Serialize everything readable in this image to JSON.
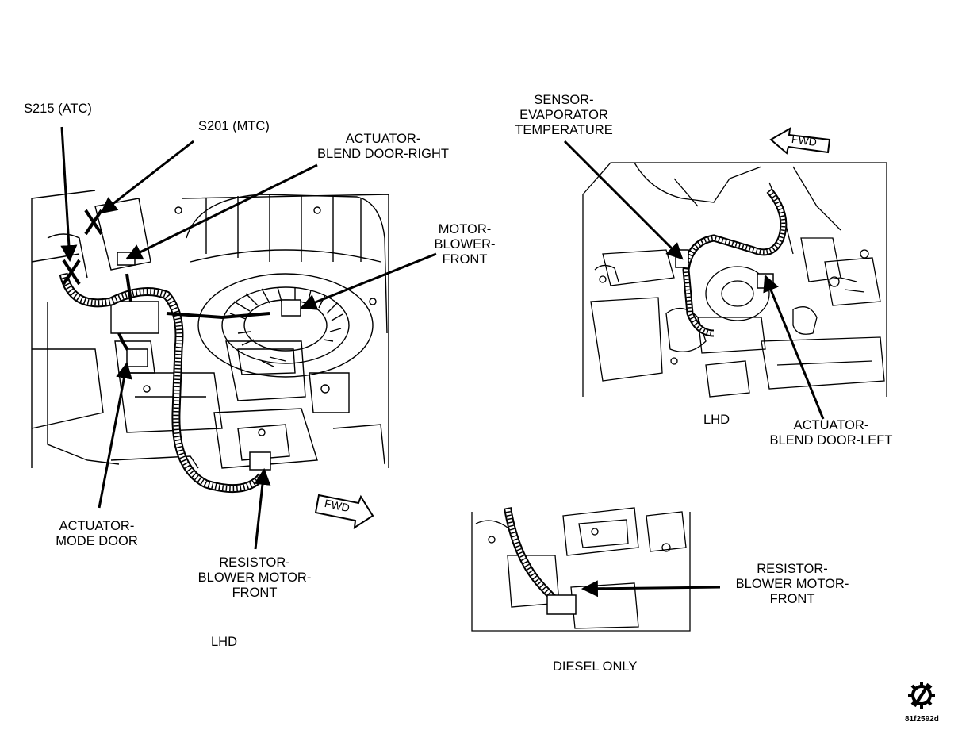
{
  "figure": {
    "left_view": {
      "callouts": {
        "s215": "S215 (ATC)",
        "s201": "S201 (MTC)",
        "actuator_right": [
          "ACTUATOR-",
          "BLEND DOOR-RIGHT"
        ],
        "motor_blower": [
          "MOTOR-",
          "BLOWER-",
          "FRONT"
        ],
        "actuator_mode": [
          "ACTUATOR-",
          "MODE DOOR"
        ],
        "resistor": [
          "RESISTOR-",
          "BLOWER MOTOR-",
          "FRONT"
        ]
      },
      "fwd_label": "FWD",
      "view_label": "LHD"
    },
    "right_view": {
      "callouts": {
        "sensor": [
          "SENSOR-",
          "EVAPORATOR",
          "TEMPERATURE"
        ],
        "actuator_left": [
          "ACTUATOR-",
          "BLEND DOOR-LEFT"
        ]
      },
      "fwd_label": "FWD",
      "view_label": "LHD"
    },
    "inset_view": {
      "callouts": {
        "resistor": [
          "RESISTOR-",
          "BLOWER MOTOR-",
          "FRONT"
        ]
      },
      "view_label": "DIESEL ONLY"
    },
    "icon": "gear-slashed-icon",
    "figure_code": "81f2592d"
  }
}
